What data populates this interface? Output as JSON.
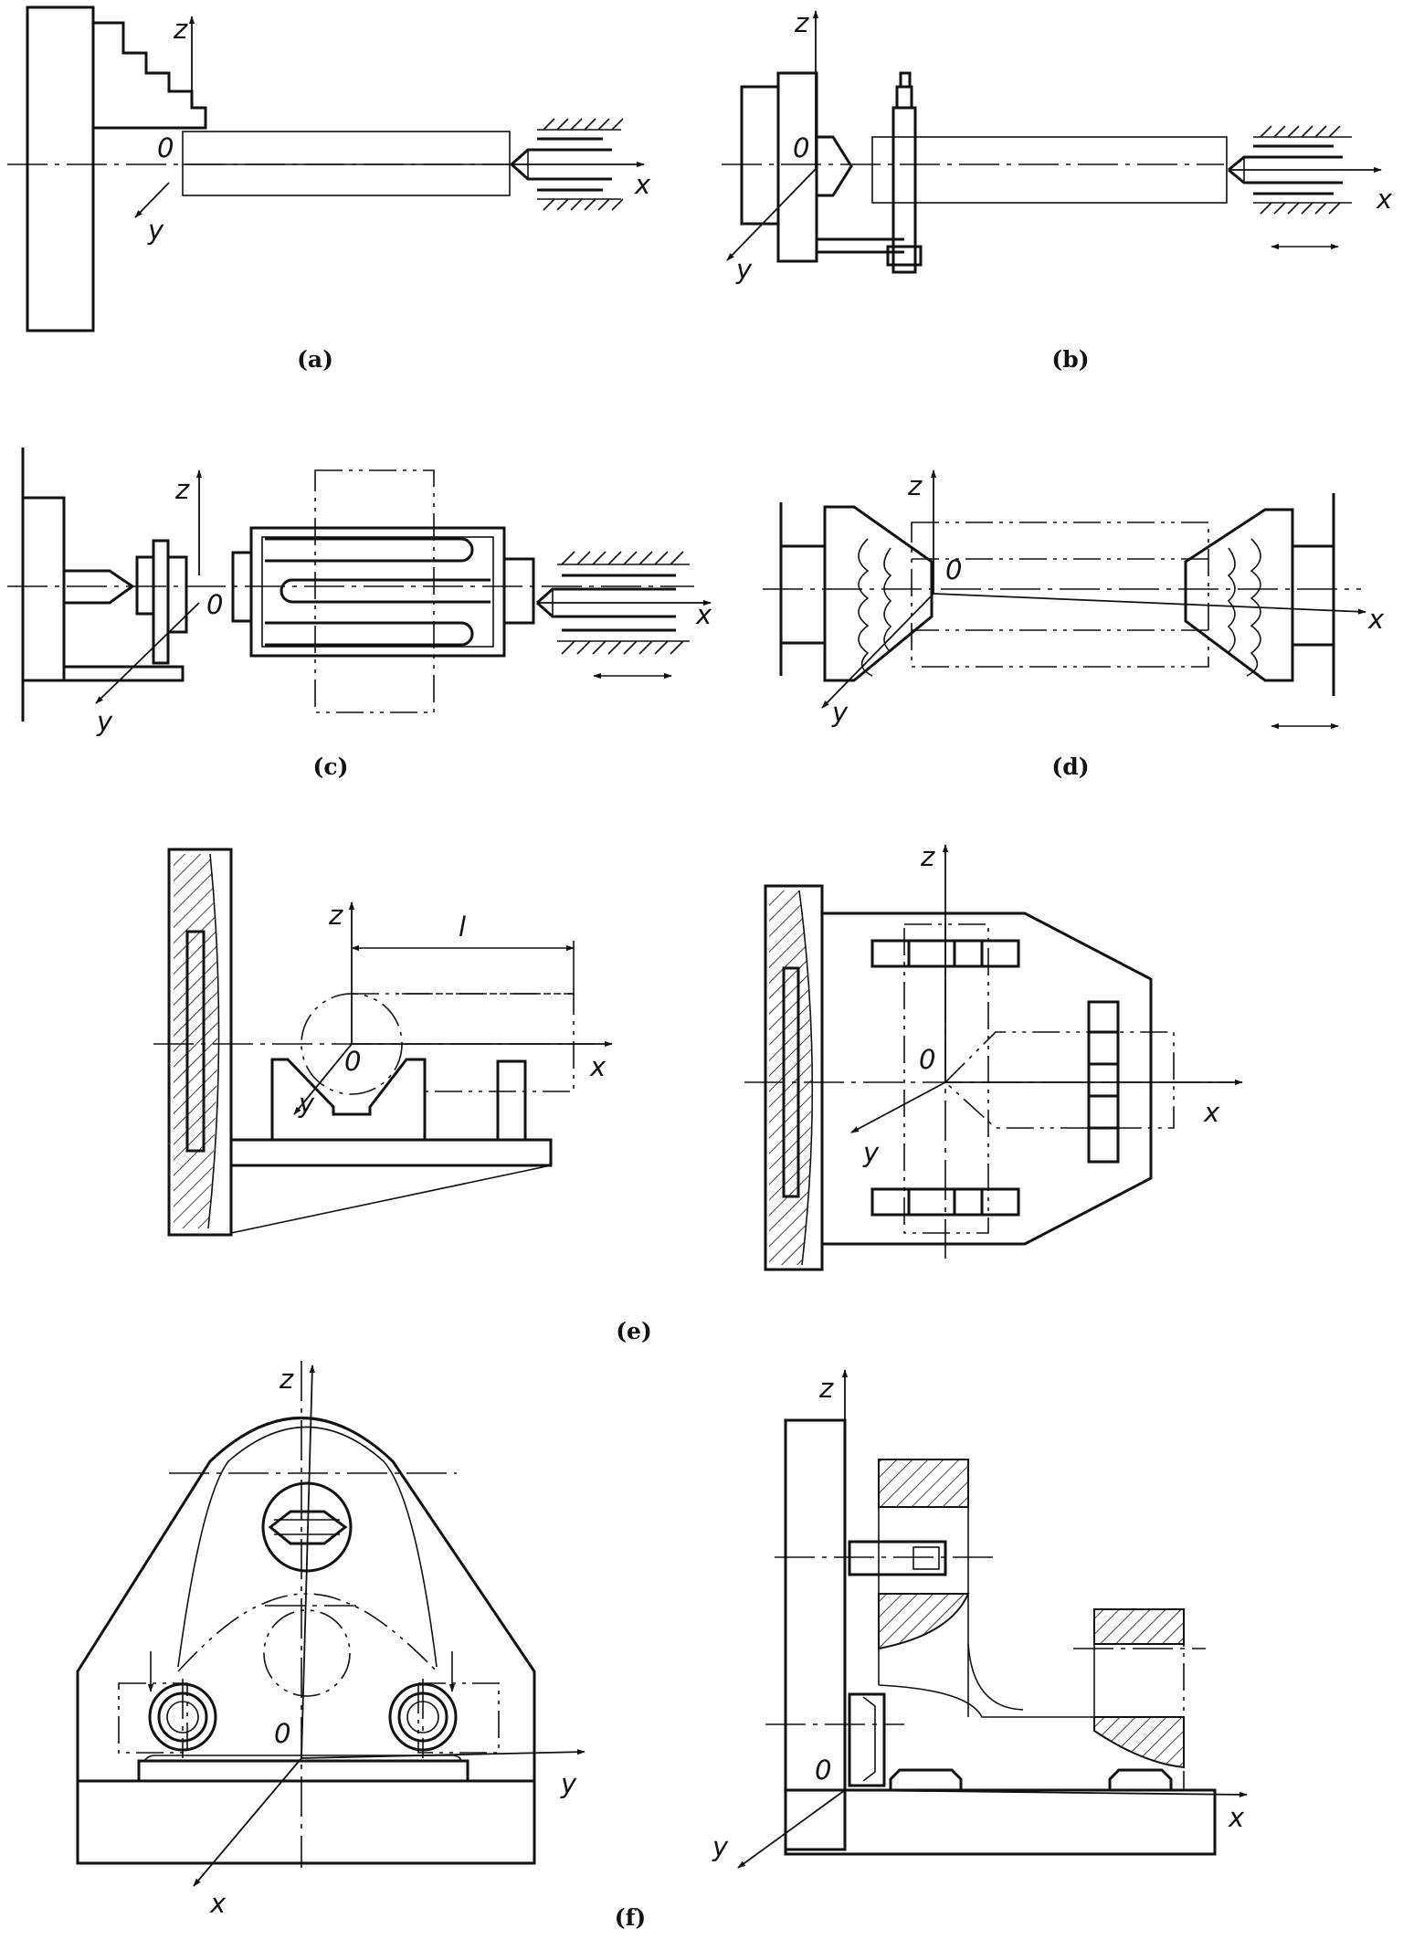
{
  "figures": [
    {
      "id": "a",
      "caption": "(a)",
      "axes": {
        "x": "x",
        "y": "y",
        "z": "z",
        "origin": "0"
      }
    },
    {
      "id": "b",
      "caption": "(b)",
      "axes": {
        "x": "x",
        "y": "y",
        "z": "z",
        "origin": "0"
      }
    },
    {
      "id": "c",
      "caption": "(c)",
      "axes": {
        "x": "x",
        "y": "y",
        "z": "z",
        "origin": "0"
      }
    },
    {
      "id": "d",
      "caption": "(d)",
      "axes": {
        "x": "x",
        "y": "y",
        "z": "z",
        "origin": "0"
      }
    },
    {
      "id": "e",
      "caption": "(e)",
      "dimension_label": "l",
      "left": {
        "axes": {
          "x": "x",
          "y": "y",
          "z": "z",
          "origin": "0"
        }
      },
      "right": {
        "axes": {
          "x": "x",
          "y": "y",
          "z": "z",
          "origin": "0"
        }
      }
    },
    {
      "id": "f",
      "caption": "(f)",
      "left": {
        "axes": {
          "x": "x",
          "y": "y",
          "z": "z",
          "origin": "0"
        }
      },
      "right": {
        "axes": {
          "x": "x",
          "y": "y",
          "z": "z",
          "origin": "0"
        }
      }
    }
  ]
}
